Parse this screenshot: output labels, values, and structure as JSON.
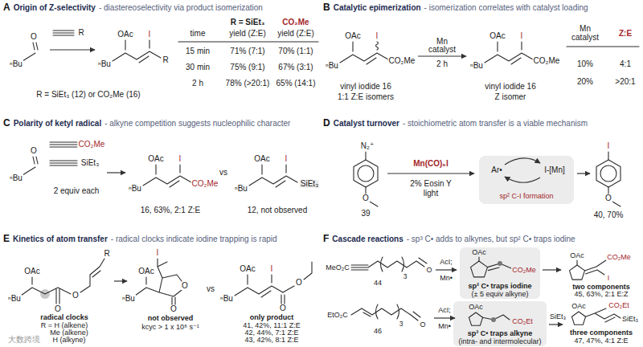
{
  "diagram": {
    "nodes": [
      {
        "text": [
          "A",
          "Origin of Z-selectivity",
          "- diastereoselectivity via product isomerization"
        ]
      },
      {
        "text": [
          "B",
          "Catalytic epimerization",
          "- isomerization correlates with catalyst loading"
        ]
      },
      {
        "text": [
          "C",
          "Polarity of ketyl radical",
          "- alkyne competition suggests nucleophilic character"
        ]
      },
      {
        "text": [
          "D",
          "Catalyst turnover",
          "- stoichiometric atom transfer is a viable mechanism"
        ]
      },
      {
        "text": [
          "E",
          "Kinetics of atom transfer",
          "- radical clocks indicate iodine trapping is rapid"
        ]
      },
      {
        "text": [
          "F",
          "Cascade reactions",
          "- sp³ C• adds to alkynes, but sp² C• traps iodine"
        ]
      }
    ],
    "labels": [
      "O",
      "ⁿBu",
      "R",
      "OAc",
      "I",
      "ⁿBu",
      "R",
      "R = SiEt₃ (12) or CO₂Me (16)",
      "R = SiEt₃",
      "CO₂Me",
      "time",
      "yield (Z:E)",
      "yield (Z:E)",
      "15 min",
      "71% (7:1)",
      "70% (1:1)",
      "30 min",
      "75% (9:1)",
      "67% (3:1)",
      "2 h",
      "78% (>20:1)",
      "65% (14:1)",
      "OAc",
      "I",
      "ⁿBu",
      "CO₂Me",
      "vinyl iodide 16",
      "1:1 Z:E isomers",
      "Mn",
      "catalyst",
      "2 h",
      "OAc",
      "I",
      "ⁿBu",
      "CO₂Me",
      "vinyl iodide 16",
      "Z isomer",
      "Mn",
      "catalyst",
      "Z:E",
      "10%",
      "4:1",
      "20%",
      ">20:1",
      "O",
      "ⁿBu",
      "CO₂Me",
      "SiEt₃",
      "2 equiv each",
      "OAc",
      "I",
      "ⁿBu",
      "CO₂Me",
      "16, 63%, 2:1 Z:E",
      "vs",
      "OAc",
      "I",
      "ⁿBu",
      "SiEt₃",
      "12, not observed",
      "N₂⁺",
      "O",
      "39",
      "Mn(CO)₅I",
      "2% Eosin Y",
      "light",
      "Ar•",
      "I-[Mn]",
      "sp² C-I formation",
      "I",
      "O",
      "40, 70%",
      "ⁿBu",
      "OAc",
      "O",
      "O",
      "R",
      "radical clocks",
      "R = H (alkene)",
      "Me (alkene)",
      "H (alkyne)",
      "I",
      "ⁿBu",
      "OAc",
      "O",
      "O",
      "not observed",
      "kcyc > 1 x 10⁸ s⁻¹",
      "vs",
      "OAc",
      "I",
      "ⁿBu",
      "O",
      "O",
      "only product",
      "41, 42%, 11:1 Z:E",
      "42, 44%, 7:1 Z:E",
      "43, 42%, 8:1 Z:E",
      "MeO₂C",
      "3",
      "O",
      "44",
      "AcI;",
      "Mn•",
      "OAc",
      "CO₂Me",
      "sp² C• traps iodine",
      "(± 5 equiv alkyne)",
      "OAc",
      "CO₂Me",
      "I",
      "two components",
      "45, 63%, 2:1 E:Z",
      "EtO₂C",
      "3",
      "O",
      "46",
      "AcI;",
      "Mn•",
      "OAc",
      "CO₂Et",
      "sp³ C• traps alkyne",
      "(intra- and intermolecular)",
      "SiEt₃",
      "OAc",
      "CO₂Et",
      "SiEt₃",
      "three components",
      "47, 47%, 4:1 Z:E",
      "大数跨境"
    ]
  }
}
